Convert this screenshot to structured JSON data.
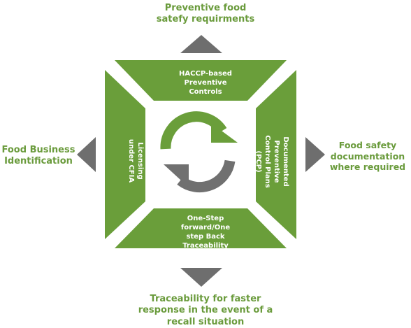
{
  "colors": {
    "green": "#6a9e3a",
    "text_green": "#6a9b3c",
    "gray": "#707070",
    "arrow_gray": "#6e6e6e",
    "white": "#ffffff"
  },
  "icons": {
    "center": "refresh-cycle-icon",
    "arrows": "triangle-arrow-icon"
  },
  "panels": {
    "top": {
      "lines": [
        "HACCP-based",
        "Preventive",
        "Controls"
      ]
    },
    "left": {
      "lines": [
        "Licensing",
        "under CFIA"
      ]
    },
    "right": {
      "lines": [
        "Documented",
        "Preventive",
        "Control Plans",
        "(PCP)"
      ]
    },
    "bottom": {
      "lines": [
        "One-Step",
        "forward/One",
        "step Back",
        "Traceability"
      ]
    }
  },
  "outer_labels": {
    "top": {
      "lines": [
        "Preventive food",
        "satefy requirments"
      ]
    },
    "left": {
      "lines": [
        "Food Business",
        "Identification"
      ]
    },
    "right": {
      "lines": [
        "Food safety",
        "documentation",
        "where required"
      ]
    },
    "bottom": {
      "lines": [
        "Traceability for faster",
        "response in the event of a",
        "recall situation"
      ]
    }
  }
}
